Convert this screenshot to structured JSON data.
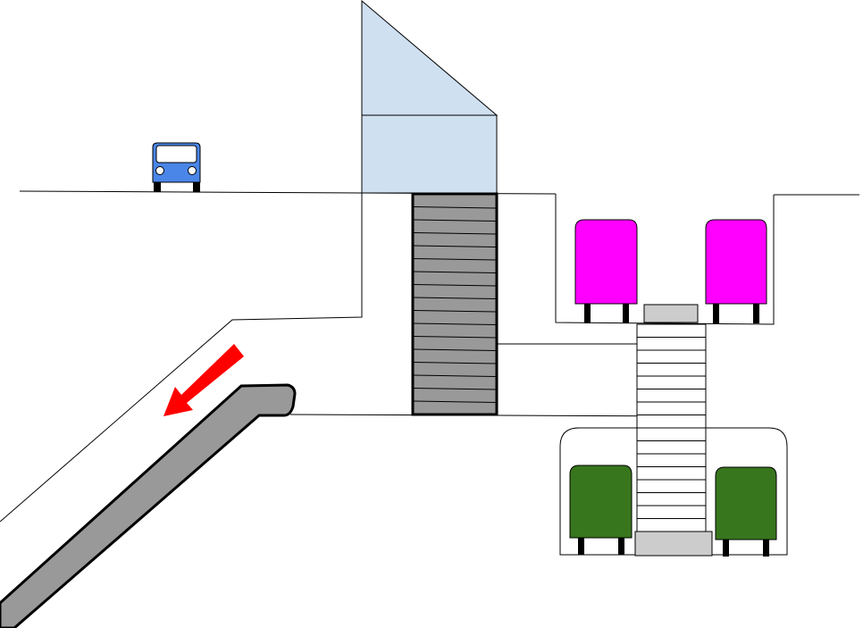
{
  "colors": {
    "background": "#ffffff",
    "outline": "#000000",
    "building_glass": "#cfe0f1",
    "stair_block": "#999999",
    "car_body": "#4a86e8",
    "car_window": "#ffffff",
    "upper_trains": "#ff00ff",
    "lower_trains": "#38761d",
    "escalator": "#999999",
    "direction_arrow": "#ff0000",
    "platform_slab": "#cccccc"
  },
  "elements": {
    "car": {
      "icon": "car-icon",
      "label": ""
    },
    "building": {
      "icon": "station-building"
    },
    "stair_block": {
      "icon": "stairs-icon"
    },
    "escalator": {
      "icon": "escalator-icon"
    },
    "arrow": {
      "icon": "arrow-down-left-icon"
    },
    "upper_platform": {
      "trains": 2
    },
    "lower_platform": {
      "trains": 2
    }
  }
}
